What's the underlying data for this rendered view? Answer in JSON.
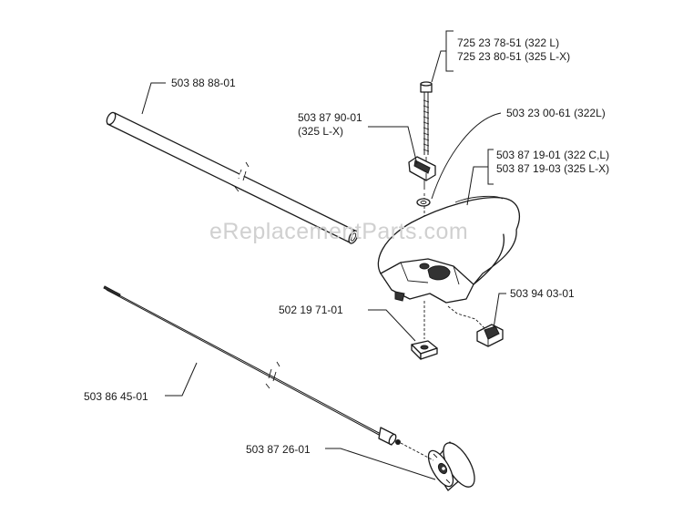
{
  "watermark": "eReplacementParts.com",
  "callouts": {
    "tube": "503 88 88-01",
    "screw_a": "725 23 78-51 (322 L)",
    "screw_b": "725 23 80-51 (325 L-X)",
    "clamp_a": "503 87 90-01",
    "clamp_b": "(325 L-X)",
    "washer": "503 23 00-61 (322L)",
    "handle_a": "503 87 19-01 (322 C,L)",
    "handle_b": "503 87 19-03 (325 L-X)",
    "nut": "502 19 71-01",
    "bracket": "503 94 03-01",
    "shaft": "503 86 45-01",
    "drum": "503 87 26-01"
  },
  "colors": {
    "line": "#1a1a1a",
    "watermark": "#d0d0d0",
    "background": "#ffffff"
  }
}
